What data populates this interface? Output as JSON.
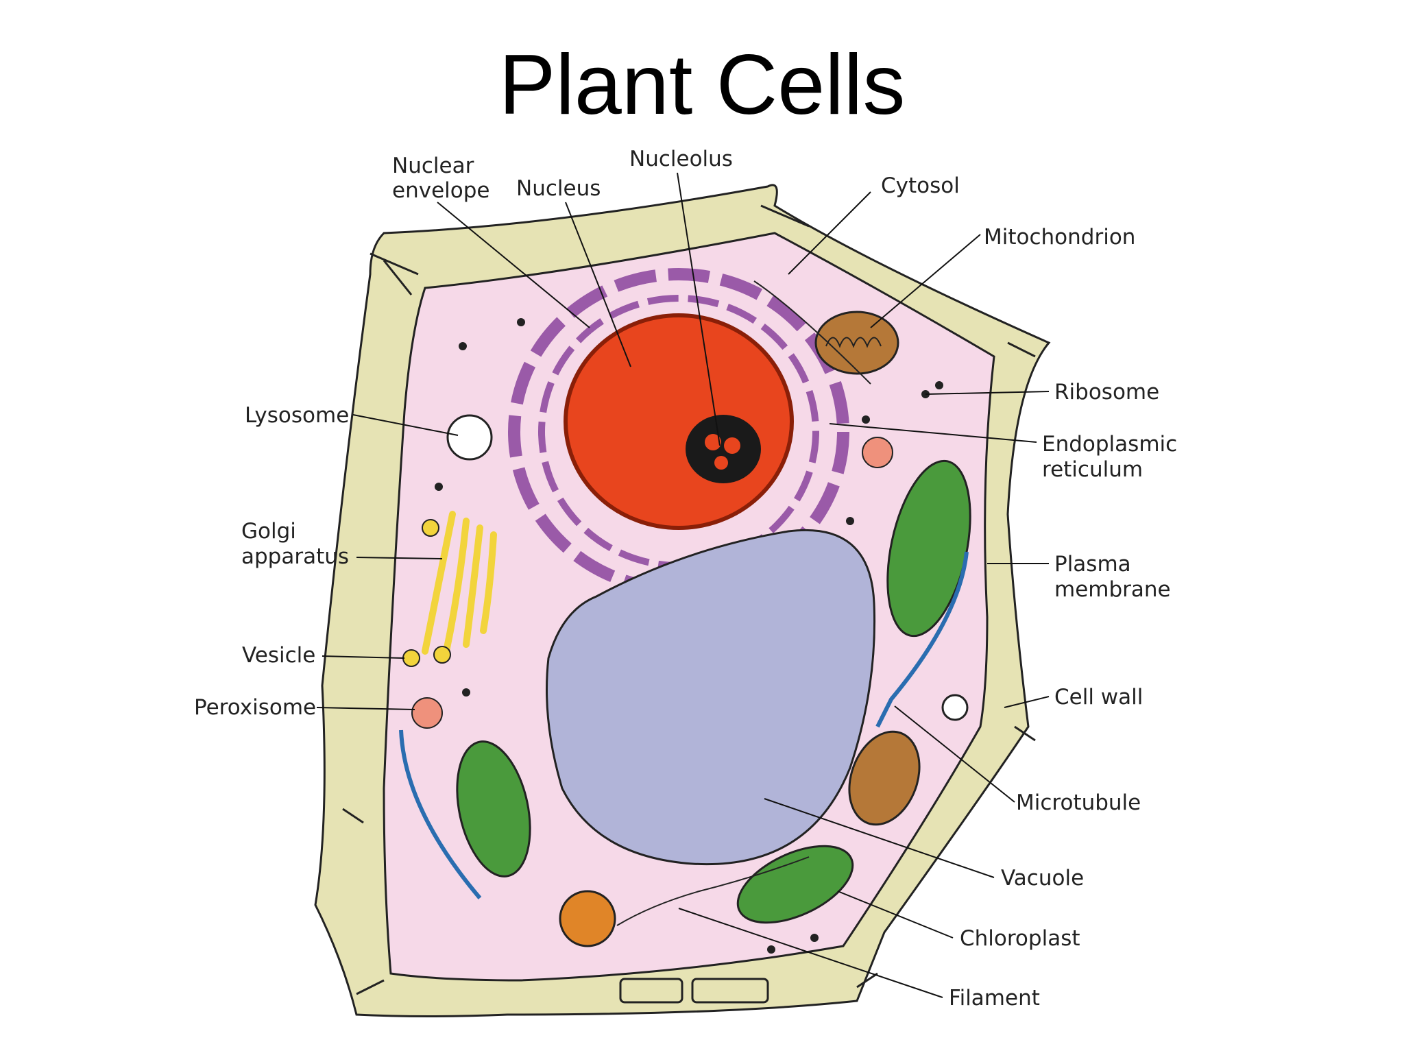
{
  "title": "Plant Cells",
  "labels": {
    "nuclear_envelope": [
      "Nuclear",
      "envelope"
    ],
    "nucleus": "Nucleus",
    "nucleolus": "Nucleolus",
    "cytosol": "Cytosol",
    "mitochondrion": "Mitochondrion",
    "ribosome": "Ribosome",
    "endoplasmic_reticulum": [
      "Endoplasmic",
      "reticulum"
    ],
    "plasma_membrane": [
      "Plasma",
      "membrane"
    ],
    "cell_wall": "Cell wall",
    "microtubule": "Microtubule",
    "vacuole": "Vacuole",
    "chloroplast": "Chloroplast",
    "filament": "Filament",
    "lysosome": "Lysosome",
    "golgi_apparatus": [
      "Golgi",
      "apparatus"
    ],
    "vesicle": "Vesicle",
    "peroxisome": "Peroxisome"
  },
  "colors": {
    "cell_wall": "#e6e3b4",
    "cytoplasm": "#f6d9e8",
    "nucleus": "#e8451e",
    "nucleolus": "#1a1a1a",
    "er": "#9a5aa8",
    "vacuole": "#b1b4d8",
    "chloroplast": "#4a9a3c",
    "mitochondrion": "#b57838",
    "golgi": "#f2d43c",
    "peroxisome": "#ef917c",
    "microtubule": "#2a6db0"
  }
}
